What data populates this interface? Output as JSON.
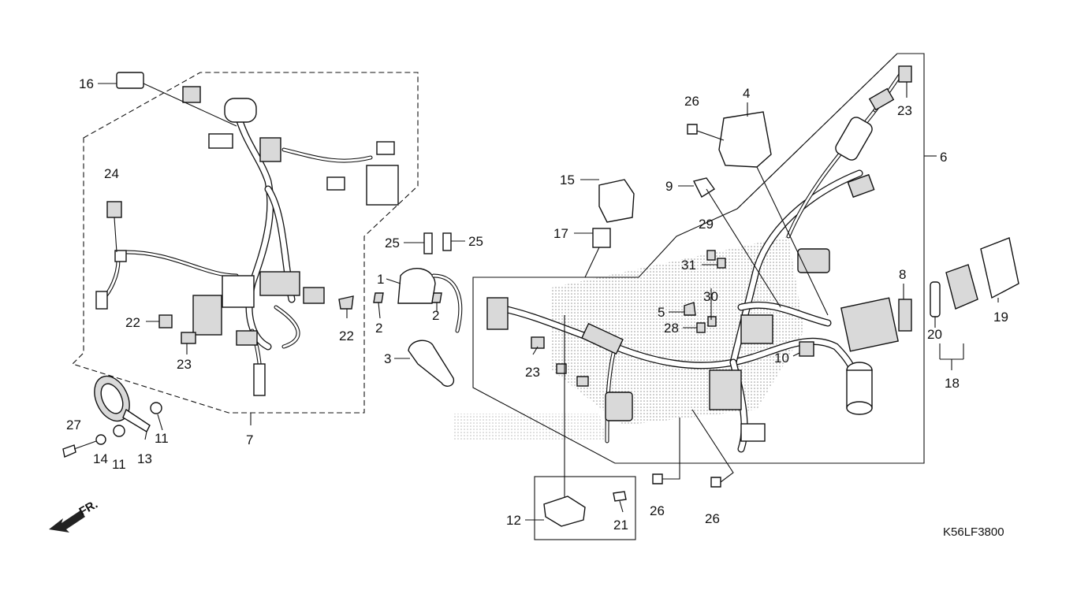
{
  "diagram_code": "K56LF3800",
  "direction_label": "FR.",
  "callouts": {
    "c1": "1",
    "c2a": "2",
    "c2b": "2",
    "c3": "3",
    "c4": "4",
    "c5": "5",
    "c6": "6",
    "c7": "7",
    "c8": "8",
    "c9": "9",
    "c10": "10",
    "c11a": "11",
    "c11b": "11",
    "c12": "12",
    "c13": "13",
    "c14": "14",
    "c15": "15",
    "c16": "16",
    "c17": "17",
    "c18": "18",
    "c19": "19",
    "c20": "20",
    "c21": "21",
    "c22a": "22",
    "c22b": "22",
    "c23a": "23",
    "c23b": "23",
    "c23c": "23",
    "c24": "24",
    "c25a": "25",
    "c25b": "25",
    "c26a": "26",
    "c26b": "26",
    "c26c": "26",
    "c27": "27",
    "c28": "28",
    "c29": "29",
    "c30": "30",
    "c31": "31"
  }
}
